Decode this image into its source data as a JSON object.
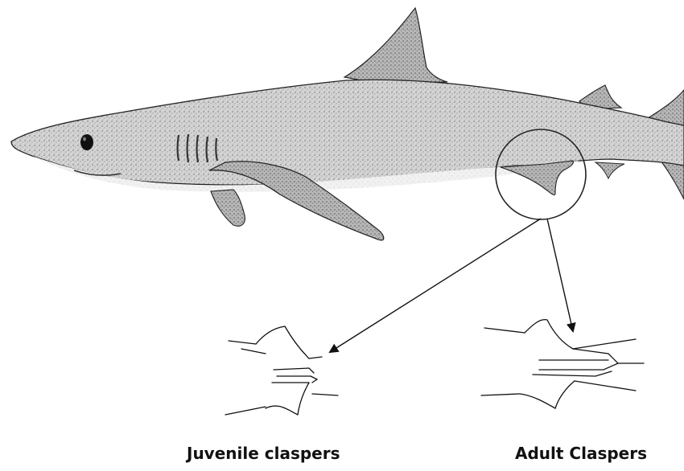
{
  "labels": {
    "juvenile": "Juvenile claspers",
    "adult": "Adult Claspers"
  },
  "colors": {
    "ink": "#111111",
    "body_shade": "#c9c9c9",
    "belly": "#f2f2f2",
    "background": "#ffffff"
  },
  "icons": {
    "shark": "shark-illustration",
    "juvenile_clasper": "juvenile-clasper-sketch",
    "adult_clasper": "adult-clasper-sketch"
  }
}
